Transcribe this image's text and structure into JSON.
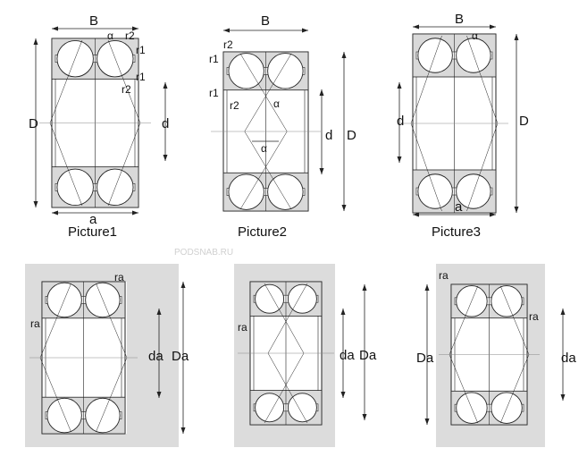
{
  "watermark": "PODSNAB.RU",
  "captions": [
    "Picture1",
    "Picture2",
    "Picture3"
  ],
  "labels": {
    "B": "B",
    "D": "D",
    "d": "d",
    "a": "a",
    "r1": "r1",
    "r2": "r2",
    "alpha": "α",
    "ra": "ra",
    "da": "da",
    "Da": "Da"
  },
  "colors": {
    "ring": "#d9d9d9",
    "housing": "#dcdcdc",
    "line": "#222222"
  }
}
